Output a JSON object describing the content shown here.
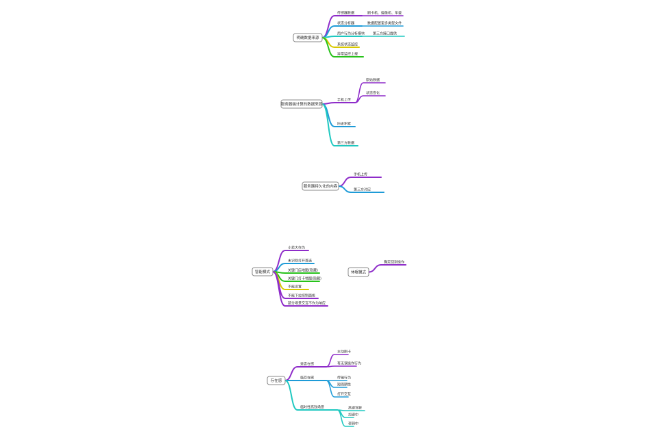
{
  "colors": {
    "purple": "#8e2cc9",
    "blue": "#1e9bd7",
    "cyan": "#1ec8c0",
    "yellow": "#d9c800",
    "green": "#27c21a",
    "box_border": "#8a8a8a"
  },
  "mindmaps": [
    {
      "root": {
        "label": "明确数据来源"
      },
      "children": [
        {
          "label": "传感器数据",
          "color": "purple",
          "children": [
            {
              "label": "刷卡机、摄像机、车载",
              "color": "purple"
            }
          ]
        },
        {
          "label": "状态分析器",
          "color": "blue",
          "children": [
            {
              "label": "数据配置更多类型文件",
              "color": "blue"
            }
          ]
        },
        {
          "label": "用户行为分析模块",
          "color": "cyan",
          "children": [
            {
              "label": "第三方接口提供",
              "color": "cyan"
            }
          ]
        },
        {
          "label": "系统状态监控",
          "color": "yellow",
          "children": []
        },
        {
          "label": "异常监控上报",
          "color": "green",
          "children": []
        }
      ]
    },
    {
      "root": {
        "label": "服务器端计算的数据来源"
      },
      "children": [
        {
          "label": "手机上传",
          "color": "purple",
          "children": [
            {
              "label": "原始数据",
              "color": "purple"
            },
            {
              "label": "状态变化",
              "color": "purple"
            }
          ]
        },
        {
          "label": "历史积累",
          "color": "blue",
          "children": []
        },
        {
          "label": "第三方数据",
          "color": "cyan",
          "children": []
        }
      ]
    },
    {
      "root": {
        "label": "服务器持久化的内容"
      },
      "children": [
        {
          "label": "手机上传",
          "color": "purple",
          "children": []
        },
        {
          "label": "第三方对应",
          "color": "blue",
          "children": []
        }
      ]
    },
    {
      "root": {
        "label": "智能模式"
      },
      "children": [
        {
          "label": "小卖大作为",
          "color": "purple",
          "children": []
        },
        {
          "label": "未识别打开首选",
          "color": "blue",
          "children": []
        },
        {
          "label": "关键门店地图(隐藏)",
          "color": "green",
          "children": []
        },
        {
          "label": "关键门打卡地图(隐藏)",
          "color": "green",
          "children": []
        },
        {
          "label": "不能设置",
          "color": "yellow",
          "children": []
        },
        {
          "label": "不能下拉控制面板",
          "color": "purple",
          "children": []
        },
        {
          "label": "部分场景交互不作为响应",
          "color": "purple",
          "children": []
        }
      ]
    },
    {
      "root": {
        "label": "休眠模式"
      },
      "children": [
        {
          "label": "确定回到操作",
          "color": "purple",
          "children": []
        }
      ]
    },
    {
      "root": {
        "label": "存在感"
      },
      "children": [
        {
          "label": "是否在感",
          "color": "purple",
          "children": [
            {
              "label": "主动刷卡",
              "color": "purple"
            },
            {
              "label": "有无误操作行为",
              "color": "purple"
            }
          ]
        },
        {
          "label": "临存在感",
          "color": "blue",
          "children": [
            {
              "label": "传输行为",
              "color": "blue"
            },
            {
              "label": "短周期性",
              "color": "blue"
            },
            {
              "label": "打开交互",
              "color": "blue"
            }
          ]
        },
        {
          "label": "临时性高效场景",
          "color": "cyan",
          "children": [
            {
              "label": "高速驾驶",
              "color": "cyan"
            },
            {
              "label": "加速中",
              "color": "cyan"
            },
            {
              "label": "夜骑中",
              "color": "cyan"
            }
          ]
        }
      ]
    }
  ]
}
